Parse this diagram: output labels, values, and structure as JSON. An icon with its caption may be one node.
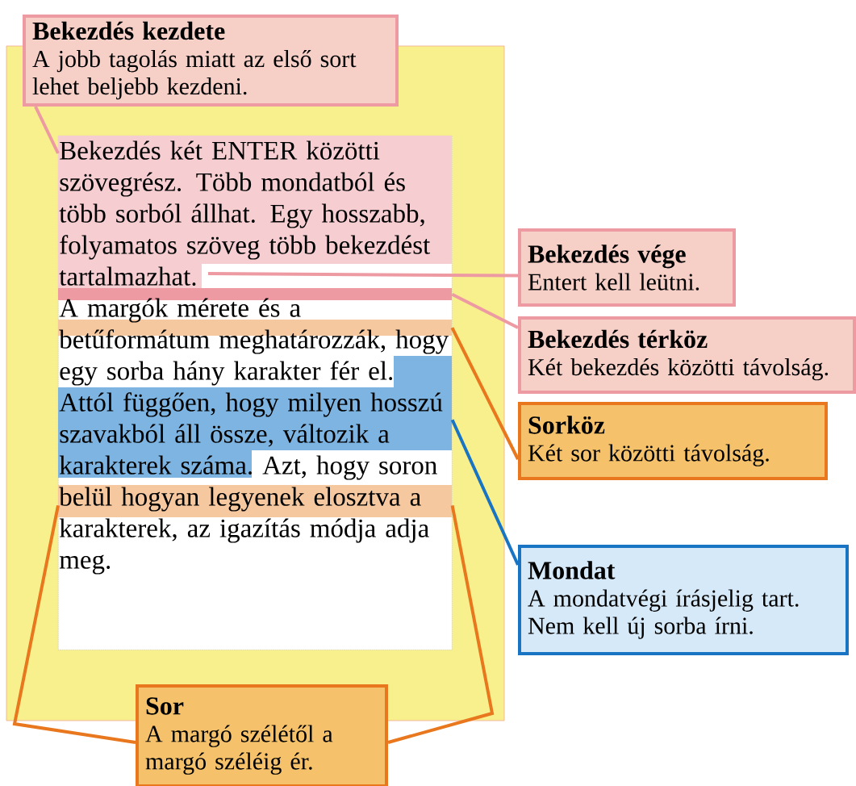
{
  "diagram": {
    "nodes": [
      {
        "text": [
          "Bekezdés kezdete",
          "A jobb tagolás miatt az első sort lehet beljebb kezdeni."
        ]
      },
      {
        "text": [
          "Bekezdés vége",
          "Entert kell leütni."
        ]
      },
      {
        "text": [
          "Bekezdés térköz",
          "Két bekezdés közötti távolság."
        ]
      },
      {
        "text": [
          "Sorköz",
          "Két sor közötti távolság."
        ]
      },
      {
        "text": [
          "Mondat",
          "A mondatvégi írásjelig tart. Nem kell új sorba írni."
        ]
      },
      {
        "text": [
          "Sor",
          "A margó szélétől a margó széléig ér."
        ]
      },
      {
        "text": [
          "Bekezdés két ENTER közötti szövegrész. Több mondatból és több sorból állhat. Egy hosszabb, folyamatos szöveg több bekezdést tartalmazhat.",
          "A margók mérete és a betűformátum meghatározzák, hogy egy sorba hány karakter fér el.",
          "Attól függően, hogy milyen hosszú szavakból áll össze, változik a karakterek száma.",
          "Azt, hogy soron belül hogyan legyenek elosztva a karakterek, az igazítás módja adja meg."
        ]
      },
      {
        "text": [],
        "shape": "bar",
        "in": 6
      },
      {
        "text": [],
        "shape": "bar",
        "in": 6
      }
    ],
    "edges": [
      {
        "from": 0,
        "to": 6,
        "arrow": "none",
        "color": "#ee9aa2"
      },
      {
        "from": 1,
        "to": null,
        "arrow": "none",
        "color": "#ee9aa2"
      },
      {
        "from": 2,
        "to": 7,
        "arrow": "none",
        "color": "#ee9aa2"
      },
      {
        "from": 3,
        "to": 8,
        "arrow": "none",
        "color": "#e8771e"
      },
      {
        "from": 4,
        "to": 6,
        "arrow": "none",
        "color": "#1a74c4"
      },
      {
        "from": 5,
        "to": 6,
        "arrow": "none",
        "color": "#e8771e"
      },
      {
        "from": 5,
        "to": 6,
        "arrow": "none",
        "color": "#e8771e"
      }
    ]
  }
}
